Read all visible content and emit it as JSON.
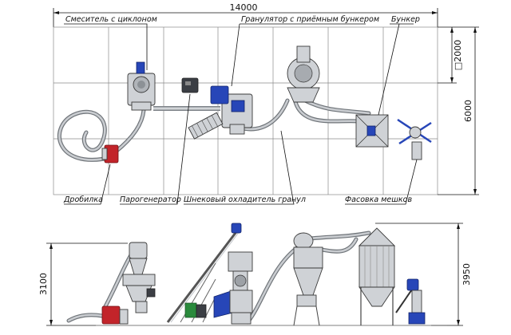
{
  "dimensions": {
    "total_length": "14000",
    "width": "6000",
    "cell": "□2000",
    "height_left": "3100",
    "height_right": "3950"
  },
  "labels": {
    "mixer": "Смеситель с циклоном",
    "granulator": "Гранулятор с приёмным бункером",
    "bunker": "Бункер",
    "crusher": "Дробилка",
    "steam": "Парогенератор",
    "cooler": "Шнековый охладитель гранул",
    "bagging": "Фасовка мешков"
  },
  "colors": {
    "motor_blue": "#2746b8",
    "crusher_red": "#c2242a",
    "machine_grey": "#cfd2d6",
    "grid_grey": "#8a8a8a"
  }
}
